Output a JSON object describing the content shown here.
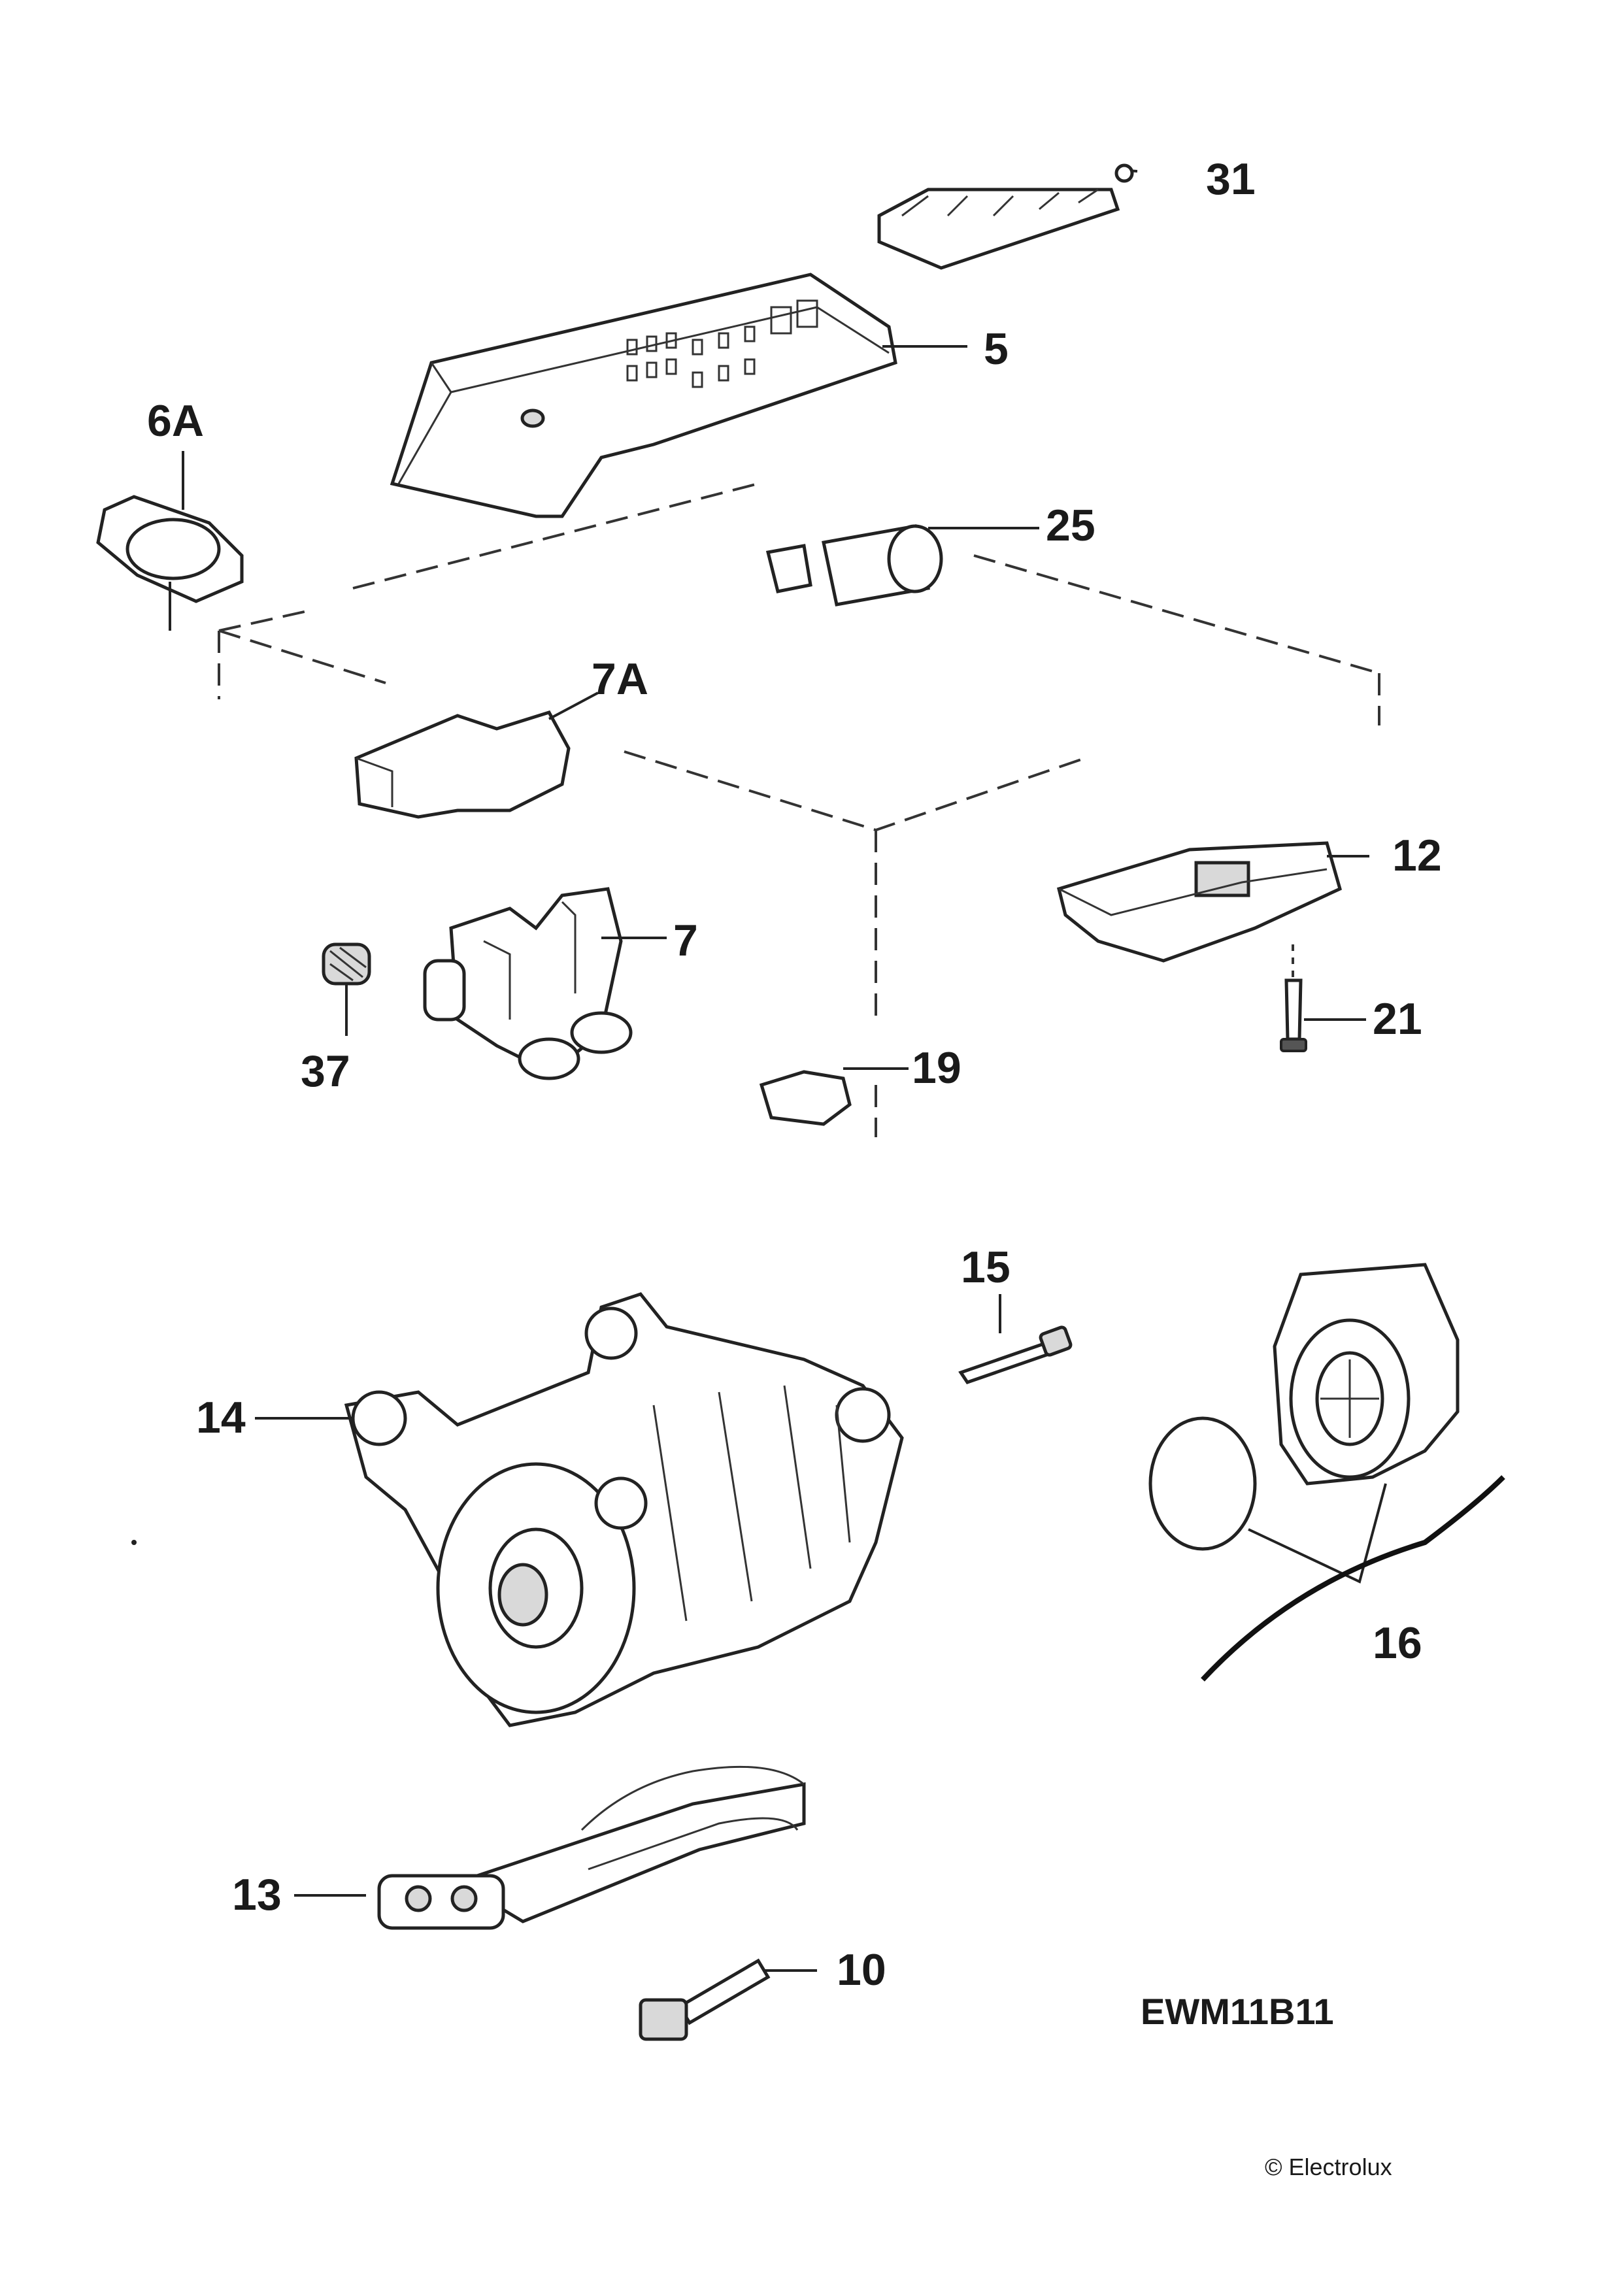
{
  "parts": [
    {
      "id": "31",
      "label": "31"
    },
    {
      "id": "5",
      "label": "5"
    },
    {
      "id": "6A",
      "label": "6A"
    },
    {
      "id": "25",
      "label": "25"
    },
    {
      "id": "7A",
      "label": "7A"
    },
    {
      "id": "12",
      "label": "12"
    },
    {
      "id": "7",
      "label": "7"
    },
    {
      "id": "21",
      "label": "21"
    },
    {
      "id": "37",
      "label": "37"
    },
    {
      "id": "19",
      "label": "19"
    },
    {
      "id": "15",
      "label": "15"
    },
    {
      "id": "14",
      "label": "14"
    },
    {
      "id": "16",
      "label": "16"
    },
    {
      "id": "13",
      "label": "13"
    },
    {
      "id": "10",
      "label": "10"
    }
  ],
  "model": "EWM11B11",
  "copyright": "© Electrolux"
}
